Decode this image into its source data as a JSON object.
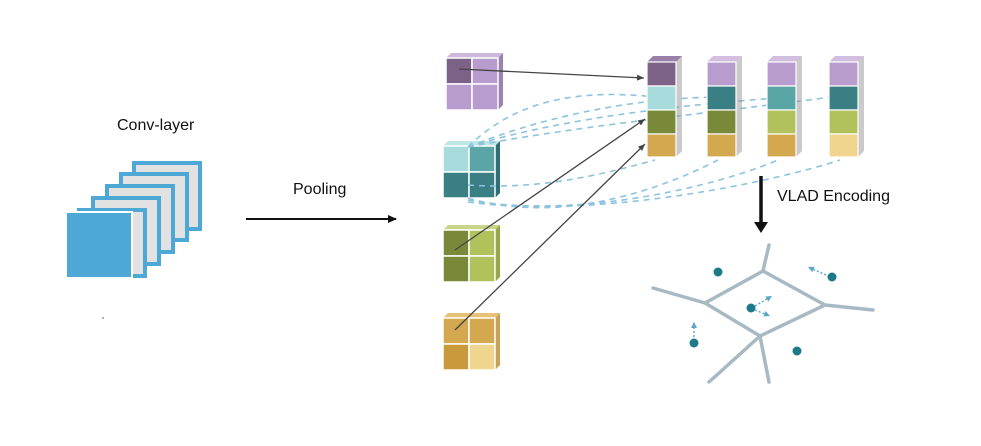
{
  "labels": {
    "conv_layer": "Conv-layer",
    "pooling": "Pooling",
    "vlad_encoding": "VLAD Encoding"
  },
  "colors": {
    "conv_blue": "#4ea8d5",
    "conv_gray": "#e2e2e2",
    "purple": "#b89ccd",
    "purple_dark": "#7d6288",
    "teal_light": "#a8dcdc",
    "teal": "#4d9ea0",
    "teal_dark": "#3a7f84",
    "olive": "#b1c25c",
    "olive_dark": "#79893a",
    "gold": "#d3a84e",
    "gold_light": "#f0d58f",
    "arrow": "#111111",
    "dashed_link": "#8cc3de",
    "cell_border": "#a7bac4",
    "centroid": "#1e7a8a"
  }
}
